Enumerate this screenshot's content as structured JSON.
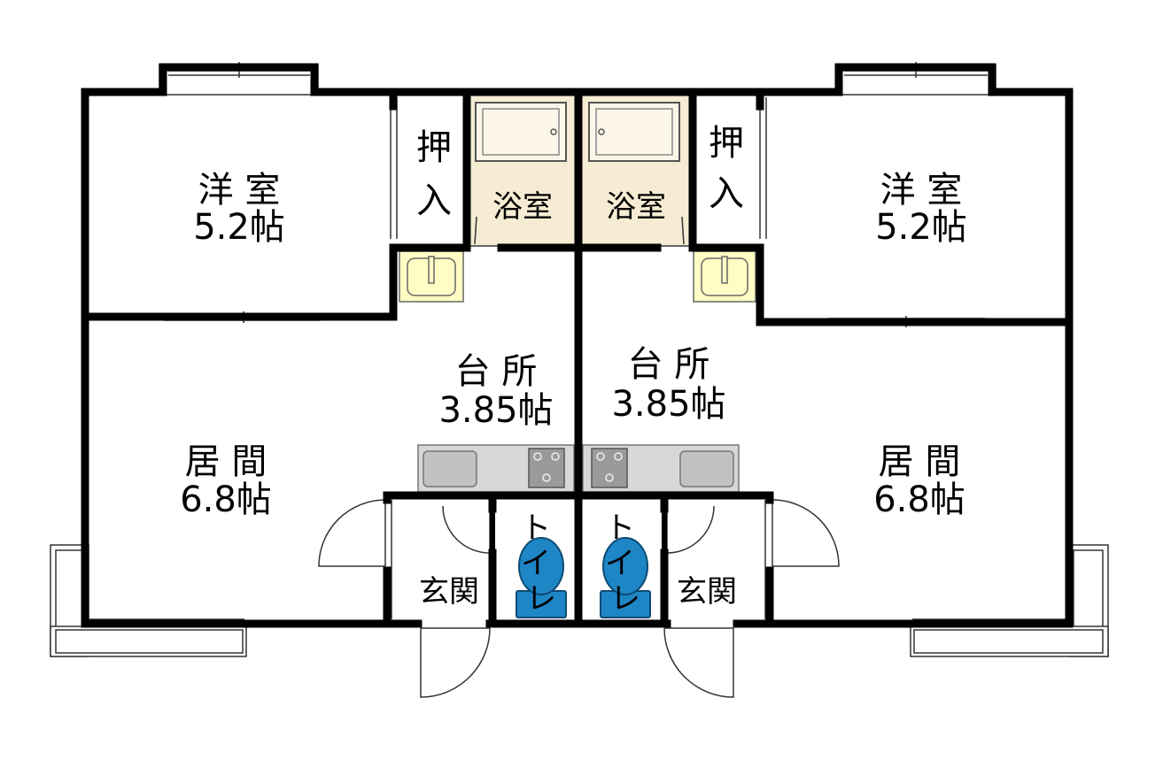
{
  "colors": {
    "wall": "#000000",
    "bath": "#f6ecd3",
    "sink": "#fffdc4",
    "toilet": "#1f86c6",
    "counter": "#d7d7d7",
    "stove": "#9a9a9a"
  },
  "units": {
    "left": {
      "western_room": {
        "name": "洋 室",
        "size": "5.2帖"
      },
      "closet": {
        "c1": "押",
        "c2": "入"
      },
      "bath": "浴室",
      "kitchen": {
        "name": "台 所",
        "size": "3.85帖"
      },
      "living": {
        "name": "居 間",
        "size": "6.8帖"
      },
      "entrance": "玄関",
      "toilet": {
        "t1": "ト",
        "t2": "イ",
        "t3": "レ"
      }
    },
    "right": {
      "western_room": {
        "name": "洋 室",
        "size": "5.2帖"
      },
      "closet": {
        "c1": "押",
        "c2": "入"
      },
      "bath": "浴室",
      "kitchen": {
        "name": "台 所",
        "size": "3.85帖"
      },
      "living": {
        "name": "居 間",
        "size": "6.8帖"
      },
      "entrance": "玄関",
      "toilet": {
        "t1": "ト",
        "t2": "イ",
        "t3": "レ"
      }
    }
  }
}
